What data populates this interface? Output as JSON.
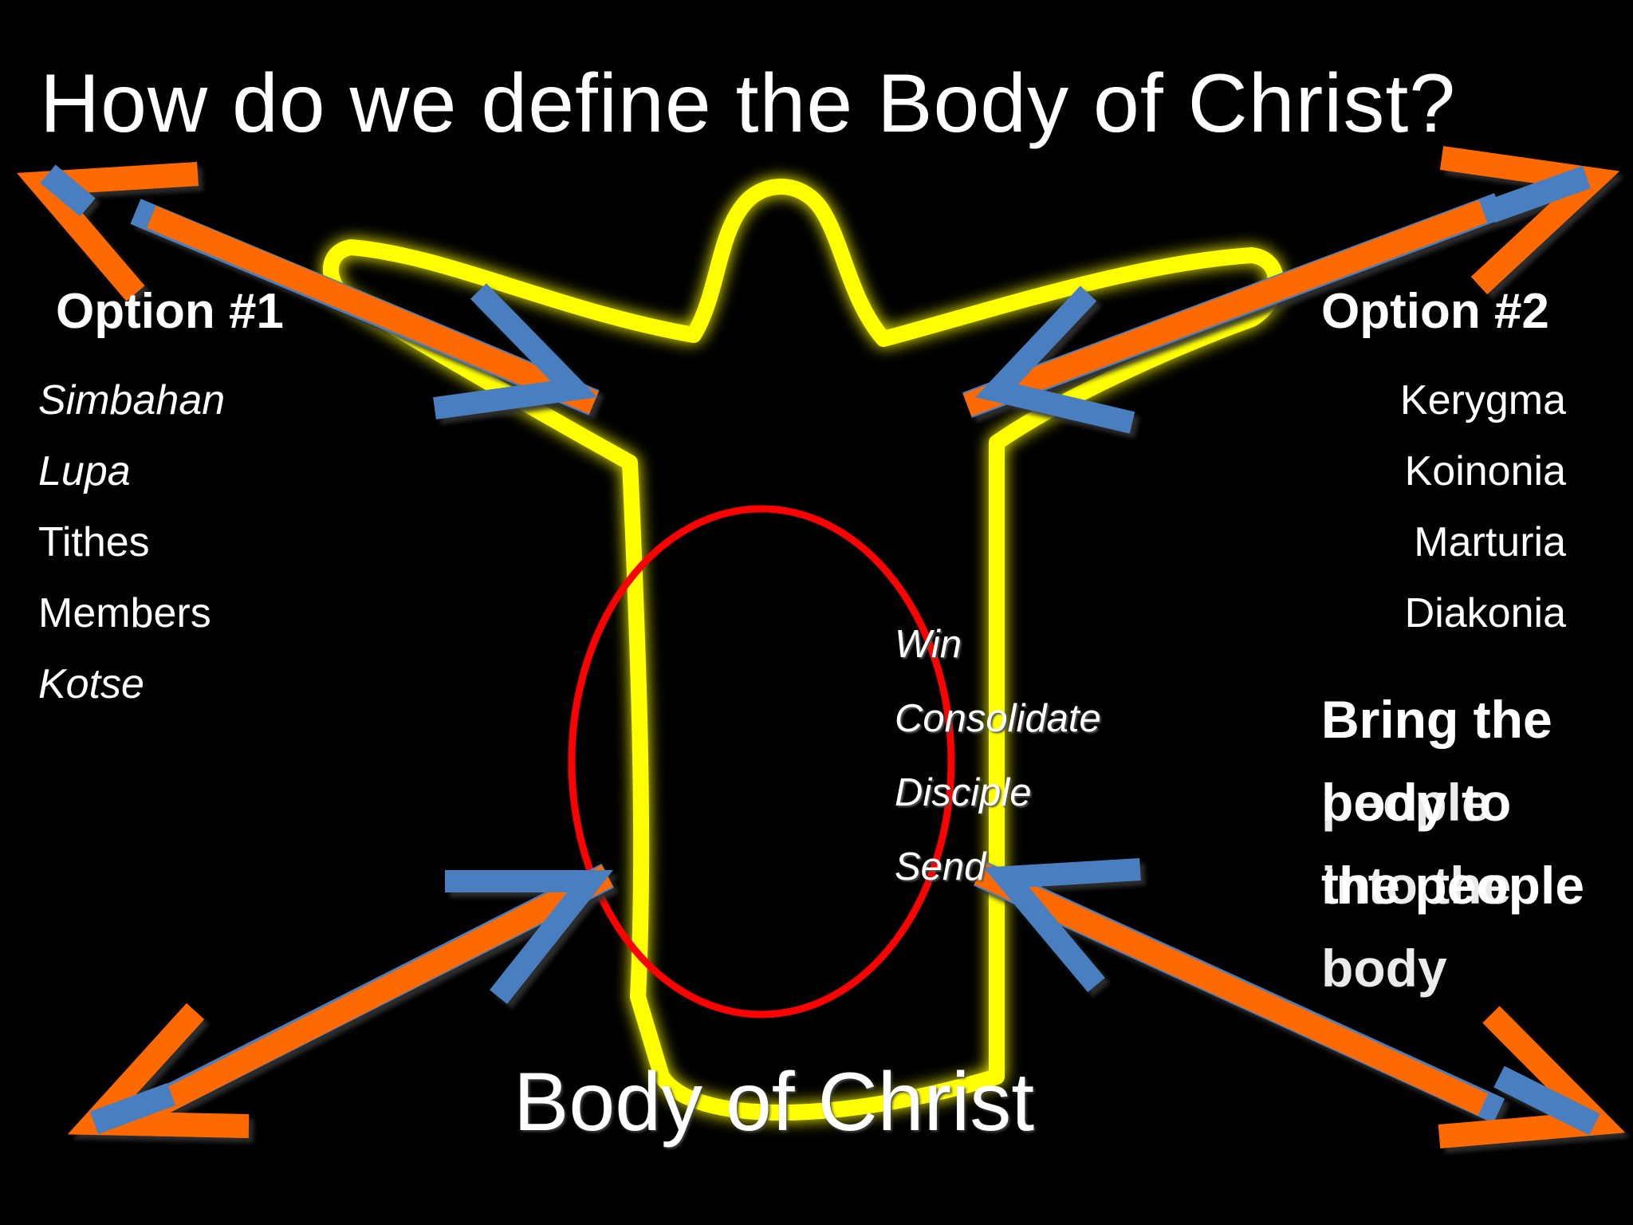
{
  "title": "How do we define the Body of Christ?",
  "option1": {
    "heading": "Option #1",
    "items": [
      "Simbahan",
      "Lupa",
      "Tithes",
      "Members",
      "Kotse"
    ]
  },
  "option2": {
    "heading": "Option #2",
    "items": [
      "Kerygma",
      "Koinonia",
      "Marturia",
      "Diakonia"
    ]
  },
  "inner_steps": [
    "Win",
    "Consolidate",
    "Disciple",
    "Send"
  ],
  "bring_text": {
    "a": "Bring the body to the people",
    "b": "Bring the people into the body"
  },
  "bottom_label": "Body of Christ",
  "colors": {
    "background": "#000000",
    "outline": "#ffff00",
    "ellipse": "#ff0000",
    "arrow_orange": "#ff6a00",
    "arrow_blue": "#4a7fc0"
  }
}
